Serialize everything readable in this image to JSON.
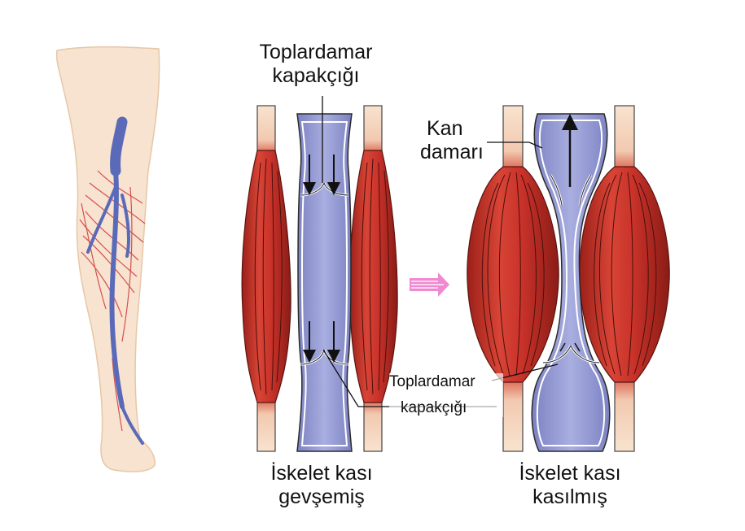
{
  "labels": {
    "top_valve": "Toplardamar\nkapakçığı",
    "blood_vessel": "Kan\ndamarı",
    "lower_valve": "Toplardamar\nkapakçığı",
    "relaxed": "İskelet kası\ngevşemiş",
    "contracted": "İskelet kası\nkasılmış"
  },
  "colors": {
    "muscle": "#c8322a",
    "muscle_dark": "#8e1e18",
    "tendon": "#f5dcc6",
    "vein": "#9a9fd4",
    "vein_dark": "#6f75b8",
    "leg_skin": "#f7e3cf",
    "leg_vein": "#5a6ab8",
    "arrow": "#f08ad0"
  },
  "icons": {
    "leg": "leg-illustration",
    "transition": "right-arrow-icon"
  }
}
